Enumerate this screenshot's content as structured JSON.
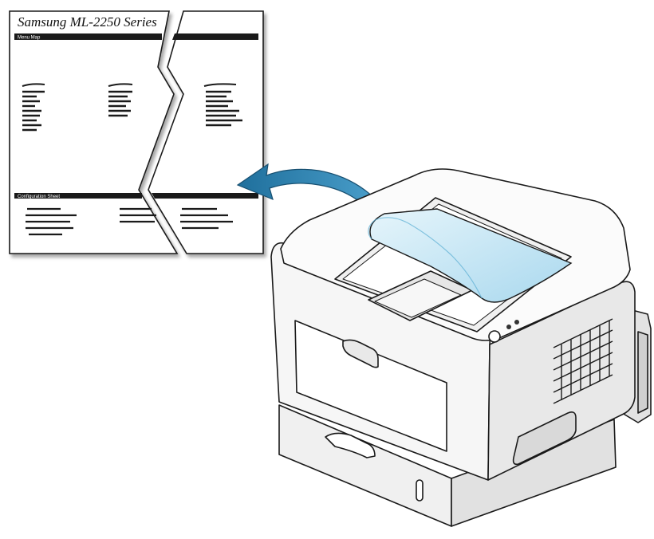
{
  "page": {
    "title": "Samsung ML-2250 Series",
    "sections": [
      {
        "label": "Menu Map"
      },
      {
        "label": "Configuration Sheet"
      }
    ]
  },
  "colors": {
    "arrow": "#2f86b4",
    "paper": "#cdeaf6",
    "printer_body": "#f2f2f2",
    "outline": "#1a1a1a"
  },
  "icons": {
    "arrow": "curved-arrow-icon",
    "printer": "laser-printer-icon"
  }
}
